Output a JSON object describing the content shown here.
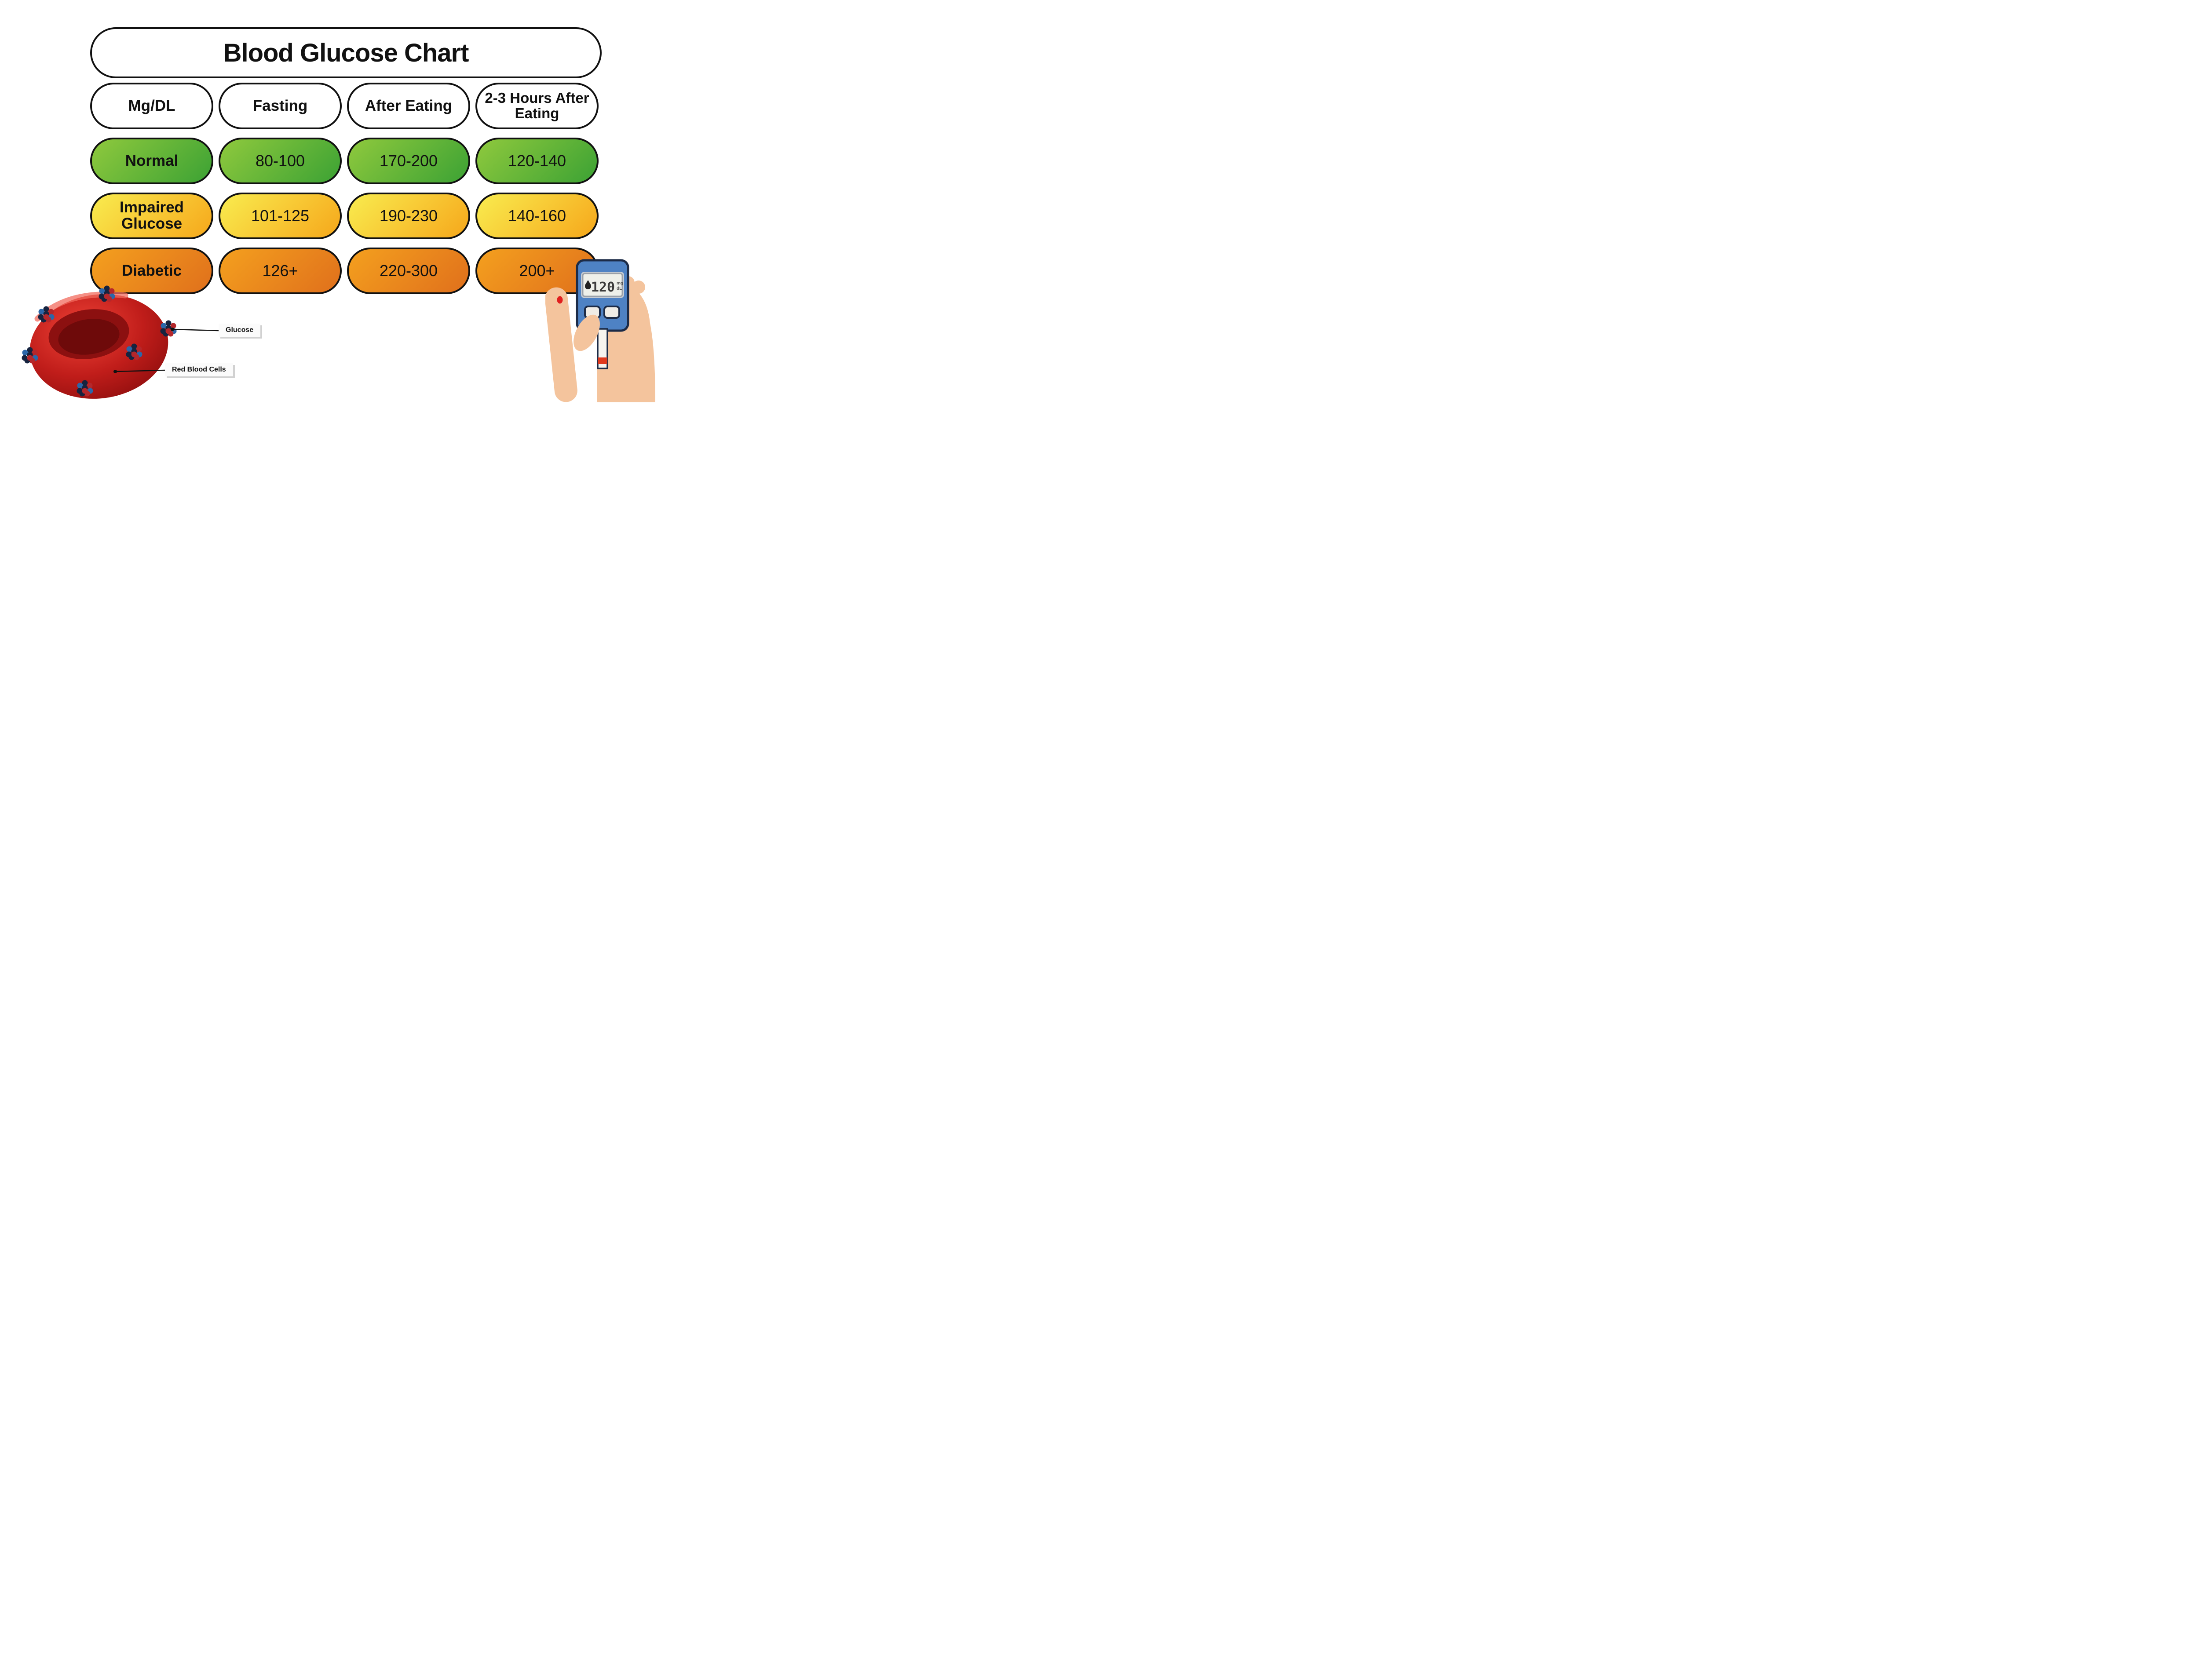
{
  "title": "Blood Glucose Chart",
  "table": {
    "headers": [
      "Mg/DL",
      "Fasting",
      "After Eating",
      "2-3 Hours After Eating"
    ],
    "rows": [
      {
        "label": "Normal",
        "color_name": "green",
        "values": [
          "80-100",
          "170-200",
          "120-140"
        ]
      },
      {
        "label": "Impaired Glucose",
        "color_name": "yellow",
        "values": [
          "101-125",
          "190-230",
          "140-160"
        ]
      },
      {
        "label": "Diabetic",
        "color_name": "orange",
        "values": [
          "126+",
          "220-300",
          "200+"
        ]
      }
    ]
  },
  "annotations": {
    "glucose": "Glucose",
    "red_blood_cells": "Red Blood Cells"
  },
  "meter": {
    "reading": "120",
    "unit_top": "mg",
    "unit_bottom": "dL"
  },
  "colors": {
    "normal_start": "#8fc93d",
    "normal_end": "#3ca234",
    "impaired_start": "#f9ec4f",
    "impaired_end": "#f6a71b",
    "diabetic_start": "#f4a01e",
    "diabetic_end": "#e0701c",
    "pill_border": "#111111",
    "meter_body": "#4e82c4",
    "meter_outline": "#1c2b47",
    "blood_cell_red": "#b71712",
    "skin": "#f4c49d",
    "blood_drop": "#e11f1f"
  },
  "chart_data": {
    "type": "table",
    "title": "Blood Glucose Chart",
    "unit": "Mg/DL",
    "columns": [
      "Fasting",
      "After Eating",
      "2-3 Hours After Eating"
    ],
    "rows": [
      {
        "category": "Normal",
        "status_color": "green",
        "values": [
          "80-100",
          "170-200",
          "120-140"
        ]
      },
      {
        "category": "Impaired Glucose",
        "status_color": "yellow",
        "values": [
          "101-125",
          "190-230",
          "140-160"
        ]
      },
      {
        "category": "Diabetic",
        "status_color": "orange",
        "values": [
          "126+",
          "220-300",
          "200+"
        ]
      }
    ],
    "illustration_meter_reading": "120 mg/dL",
    "illustration_labels": [
      "Glucose",
      "Red Blood Cells"
    ]
  }
}
